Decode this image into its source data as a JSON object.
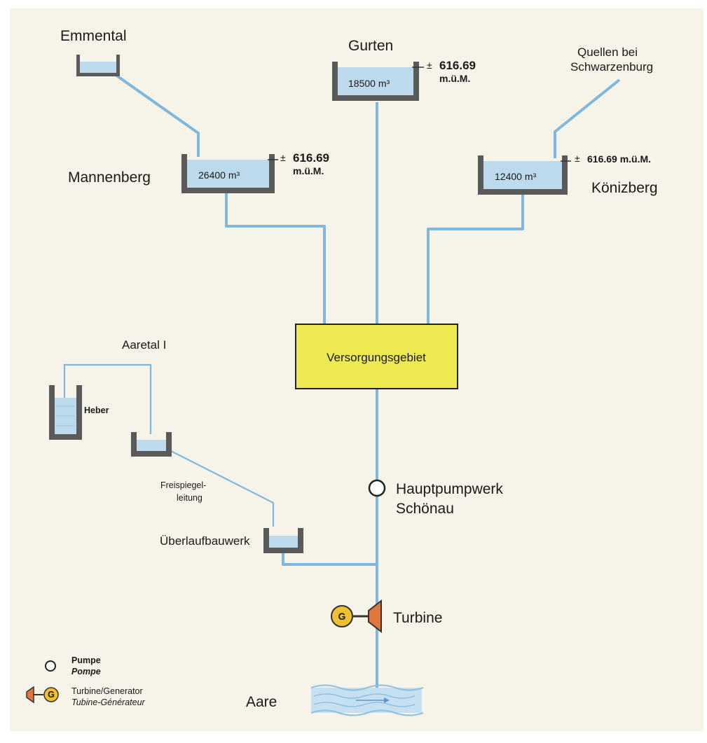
{
  "sources": {
    "emmental": "Emmental",
    "gurten": "Gurten",
    "quellen_line1": "Quellen bei",
    "quellen_line2": "Schwarzenburg",
    "aaretal": "Aaretal I"
  },
  "reservoirs": {
    "gurten_volume": "18500 m³",
    "gurten_elev_line1": "616.69",
    "gurten_elev_line2": "m.ü.M.",
    "mannenberg": "Mannenberg",
    "mannenberg_volume": "26400 m³",
    "mannenberg_elev_line1": "616.69",
    "mannenberg_elev_line2": "m.ü.M.",
    "konizberg": "Könizberg",
    "konizberg_volume": "12400 m³",
    "konizberg_elev": "616.69 m.ü.M.",
    "elev_symbol": "±"
  },
  "center": {
    "versorgung": "Versorgungsgebiet"
  },
  "aaretal_system": {
    "heber": "Heber",
    "freispiegel_line1": "Freispiegel-",
    "freispiegel_line2": "leitung",
    "uberlauf": "Überlaufbauwerk"
  },
  "plant": {
    "pump_line1": "Hauptpumpwerk",
    "pump_line2": "Schönau",
    "turbine": "Turbine",
    "generator_letter": "G",
    "river": "Aare"
  },
  "legend": {
    "pump_de": "Pumpe",
    "pump_fr": "Pompe",
    "turbine_de": "Turbine/Generator",
    "turbine_fr": "Tubine-Générateur",
    "generator_letter": "G"
  },
  "colors": {
    "background": "#f6f3e8",
    "pipe": "#7eb8de",
    "water": "#bdd9ec",
    "wall": "#5a5a5a",
    "supply_area": "#ecea50",
    "generator": "#f0c030",
    "turbine": "#e0763a"
  }
}
